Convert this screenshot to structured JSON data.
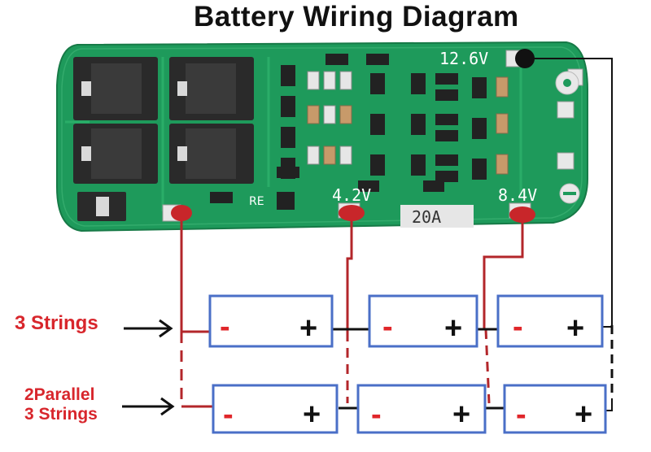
{
  "title": "Battery Wiring Diagram",
  "board": {
    "label_12v": "12.6V",
    "label_84v": "8.4V",
    "label_42v": "4.2V",
    "label_current": "20A",
    "label_re": "RE"
  },
  "rows": {
    "three_strings": "3 Strings",
    "two_parallel_line1": "2Parallel",
    "two_parallel_line2": "3 Strings"
  },
  "cell": {
    "minus": "-",
    "plus": "+"
  },
  "colors": {
    "pcb": "#1e9a5b",
    "wire_red": "#b3262a",
    "wire_black": "#111111",
    "cell_border": "#4a6fc7",
    "label_red": "#d8262c"
  }
}
